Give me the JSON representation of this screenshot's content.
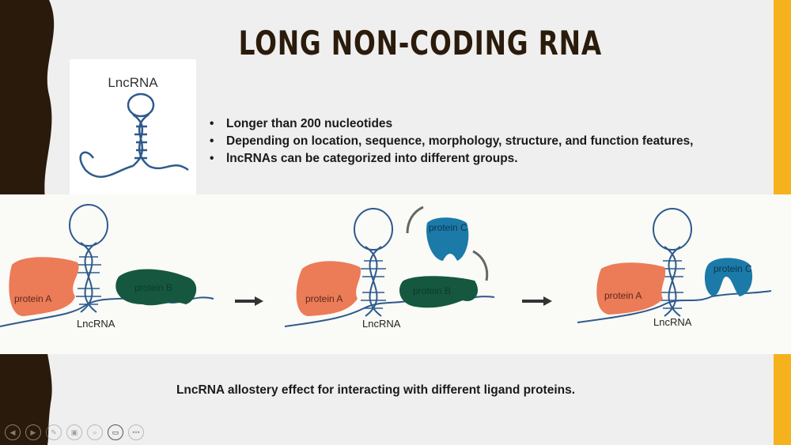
{
  "slide": {
    "title": "LONG NON-CODING RNA",
    "icon_label": "LncRNA",
    "bullets": [
      "Longer than 200 nucleotides",
      "Depending on location, sequence, morphology, structure, and function features,",
      "lncRNAs can be categorized into different groups."
    ],
    "diagram": {
      "panels": [
        {
          "proteins": [
            "protein A",
            "protein B"
          ],
          "rna_label": "LncRNA"
        },
        {
          "proteins": [
            "protein A",
            "protein B",
            "protein C"
          ],
          "rna_label": "LncRNA"
        },
        {
          "proteins": [
            "protein A",
            "protein C"
          ],
          "rna_label": "LncRNA"
        }
      ]
    },
    "caption": "LncRNA allostery effect for interacting with different ligand proteins."
  },
  "colors": {
    "title": "#2b1b0b",
    "accent_bar": "#f6b21d",
    "left_band": "#2a1a0b",
    "protein_a": "#ec7b58",
    "protein_b": "#15583f",
    "protein_c": "#1c7aa8",
    "rna": "#2e5a8c"
  },
  "controls": [
    "previous-icon",
    "next-icon",
    "pen-icon",
    "slides-icon",
    "zoom-icon",
    "display-icon",
    "more-icon"
  ]
}
